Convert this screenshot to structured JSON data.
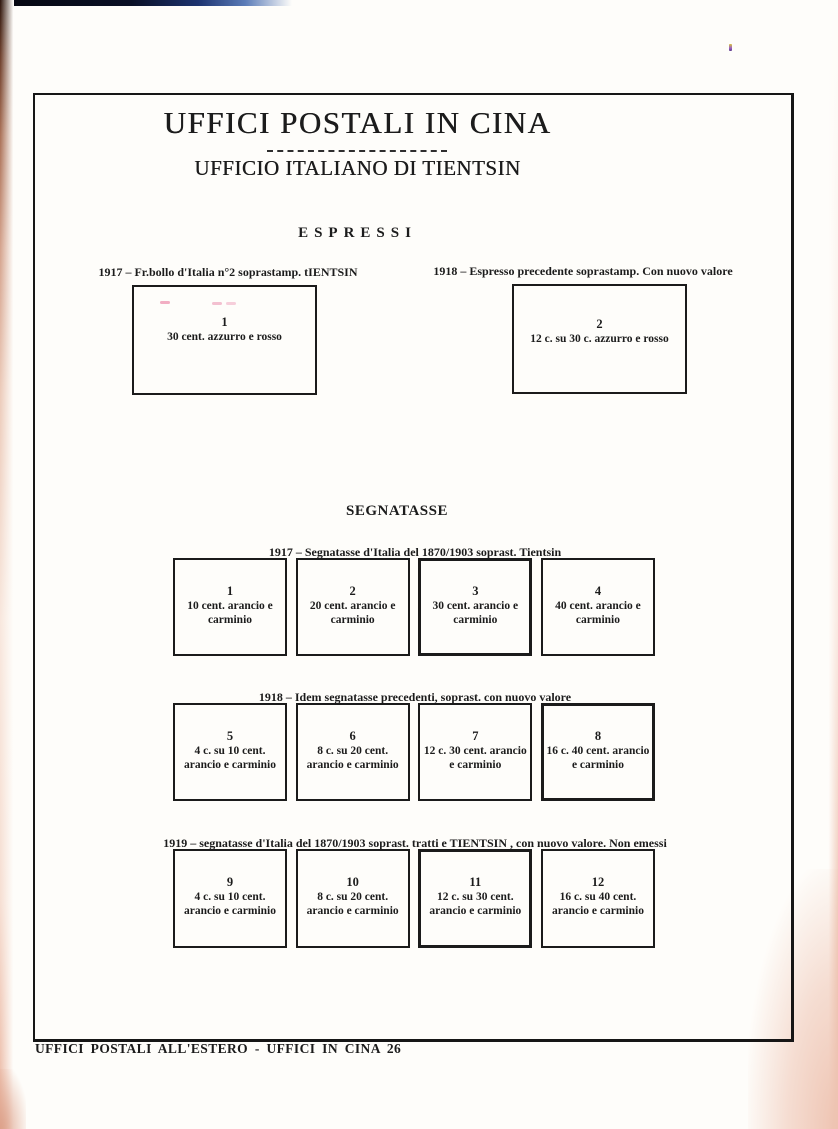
{
  "page": {
    "title": "UFFICI POSTALI IN CINA",
    "subtitle": "UFFICIO ITALIANO DI TIENTSIN",
    "footer": "UFFICI POSTALI ALL'ESTERO -  UFFICI IN CINA  26"
  },
  "colors": {
    "ink": "#1c1c1c",
    "paper": "#fefdfa",
    "scan_edge_pink": "#eec3b1",
    "scan_edge_dark": "#05070f"
  },
  "sections": [
    {
      "heading": "ESPRESSI",
      "groups": [
        {
          "caption": "1917 – Fr.bollo d'Italia n°2  soprastamp. tIENTSIN",
          "stamps": [
            {
              "number": "1",
              "lines": [
                "30 cent. azzurro e rosso"
              ]
            }
          ]
        },
        {
          "caption": "1918 – Espresso precedente soprastamp. Con nuovo valore",
          "stamps": [
            {
              "number": "2",
              "lines": [
                "12 c. su 30 c. azzurro e rosso"
              ]
            }
          ]
        }
      ]
    },
    {
      "heading": "SEGNATASSE",
      "groups": [
        {
          "caption": "1917 – Segnatasse d'Italia del 1870/1903 soprast. Tientsin",
          "stamps": [
            {
              "number": "1",
              "lines": [
                "10 cent. arancio e",
                "carminio"
              ]
            },
            {
              "number": "2",
              "lines": [
                "20 cent. arancio e",
                "carminio"
              ]
            },
            {
              "number": "3",
              "lines": [
                "30 cent. arancio e",
                "carminio"
              ]
            },
            {
              "number": "4",
              "lines": [
                "40 cent. arancio e",
                "carminio"
              ]
            }
          ]
        },
        {
          "caption": "1918 – Idem segnatasse precedenti, soprast. con nuovo valore",
          "stamps": [
            {
              "number": "5",
              "lines": [
                "4 c. su  10 cent.",
                "arancio e carminio"
              ]
            },
            {
              "number": "6",
              "lines": [
                "8 c. su  20 cent.",
                "arancio e carminio"
              ]
            },
            {
              "number": "7",
              "lines": [
                "12 c. 30 cent. arancio",
                "e carminio"
              ]
            },
            {
              "number": "8",
              "lines": [
                "16 c. 40 cent. arancio",
                "e carminio"
              ]
            }
          ]
        },
        {
          "caption": "1919 – segnatasse d'Italia del 1870/1903 soprast. tratti e TIENTSIN , con nuovo valore. Non emessi",
          "stamps": [
            {
              "number": "9",
              "lines": [
                "4 c. su 10 cent.",
                "arancio e carminio"
              ]
            },
            {
              "number": "10",
              "lines": [
                "8 c. su 20 cent.",
                "arancio e carminio"
              ]
            },
            {
              "number": "11",
              "lines": [
                "12 c.  su  30 cent.",
                "arancio e carminio"
              ]
            },
            {
              "number": "12",
              "lines": [
                "16 c. su 40 cent.",
                "arancio e carminio"
              ]
            }
          ]
        }
      ]
    }
  ]
}
